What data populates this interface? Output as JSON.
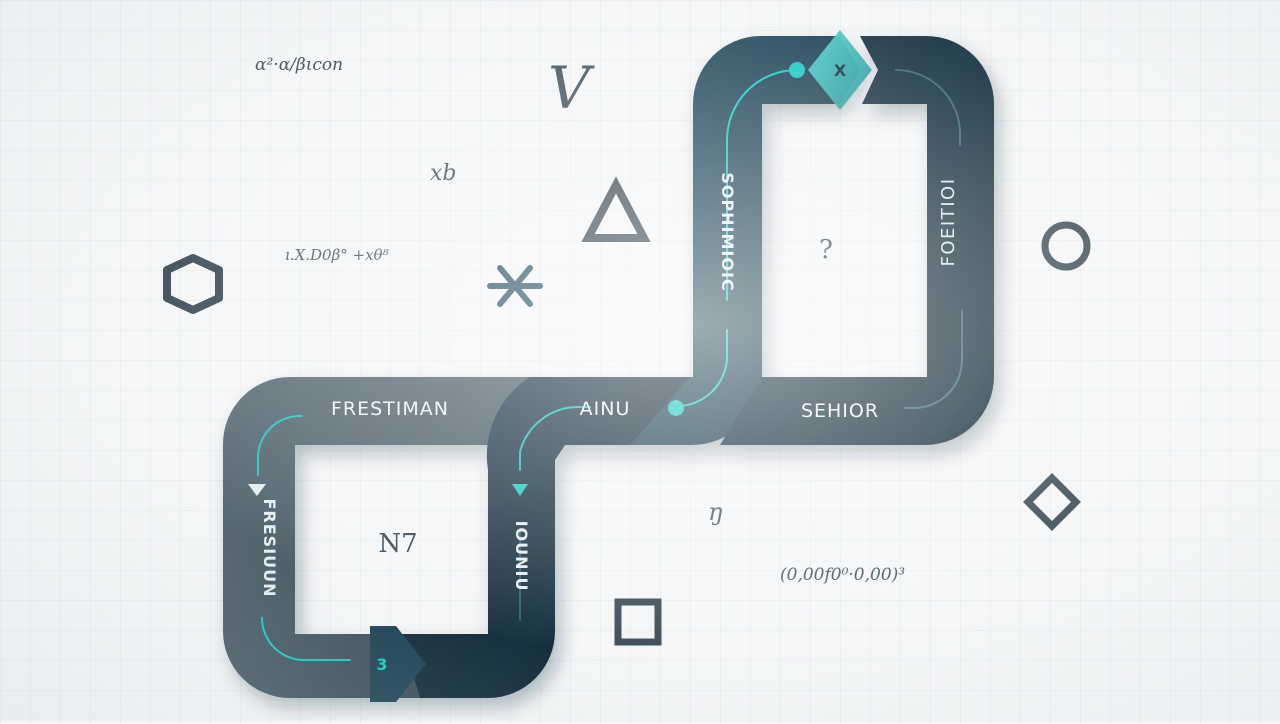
{
  "stages": {
    "freshman": "FRESTIMAN",
    "junior": "AINU",
    "senior": "SEHIOR",
    "left_vertical": "FRESIUUN",
    "mid_vertical": "IOUNIU",
    "upper_vertical": "SOPHIMIOIC",
    "right_vertical": "FOEITIOI"
  },
  "inner_marks": {
    "left_loop": "N7",
    "right_loop": "?"
  },
  "node_labels": {
    "top_diamond": "X",
    "bottom_chevron": "3"
  },
  "math_notes": {
    "note_1": "α²·α/βιcon",
    "note_2": "xb",
    "note_3": "ı.X.D0β° +xθ⁸",
    "note_4": "(0,00f0⁰·0,00)³",
    "note_5": "ŋ",
    "note_6": "V"
  },
  "colors": {
    "track_dark": "#1c3445",
    "track_mid": "#2c4d5e",
    "track_gray": "#4d5e68",
    "accent_teal": "#1ec8c4"
  },
  "icons": [
    "hexagon-outline-icon",
    "asterisk-icon",
    "triangle-outline-icon",
    "circle-outline-icon",
    "diamond-outline-icon",
    "square-outline-icon"
  ]
}
